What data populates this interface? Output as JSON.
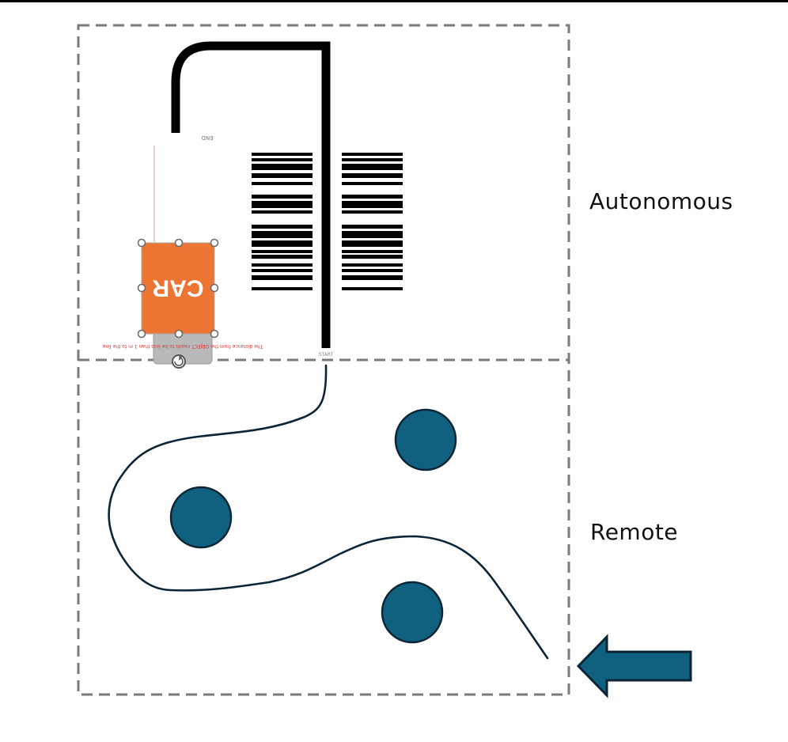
{
  "zones": {
    "autonomous_label": "Autonomous",
    "remote_label": "Remote"
  },
  "track": {
    "start_label": "START",
    "end_label": "END"
  },
  "car": {
    "label": "CAR",
    "note_text": "The distance from the OBJECT needs to be less than 1 m to the line"
  },
  "colors": {
    "car_fill": "#ED7533",
    "obstacle_fill": "#10617F",
    "arrow_fill": "#10617F",
    "outline": "#0B2436",
    "border_dash": "#7a7a7a",
    "track": "#000000"
  },
  "icons": {
    "rotate_handle": "rotate-icon",
    "entry_arrow": "arrow-left-icon"
  }
}
